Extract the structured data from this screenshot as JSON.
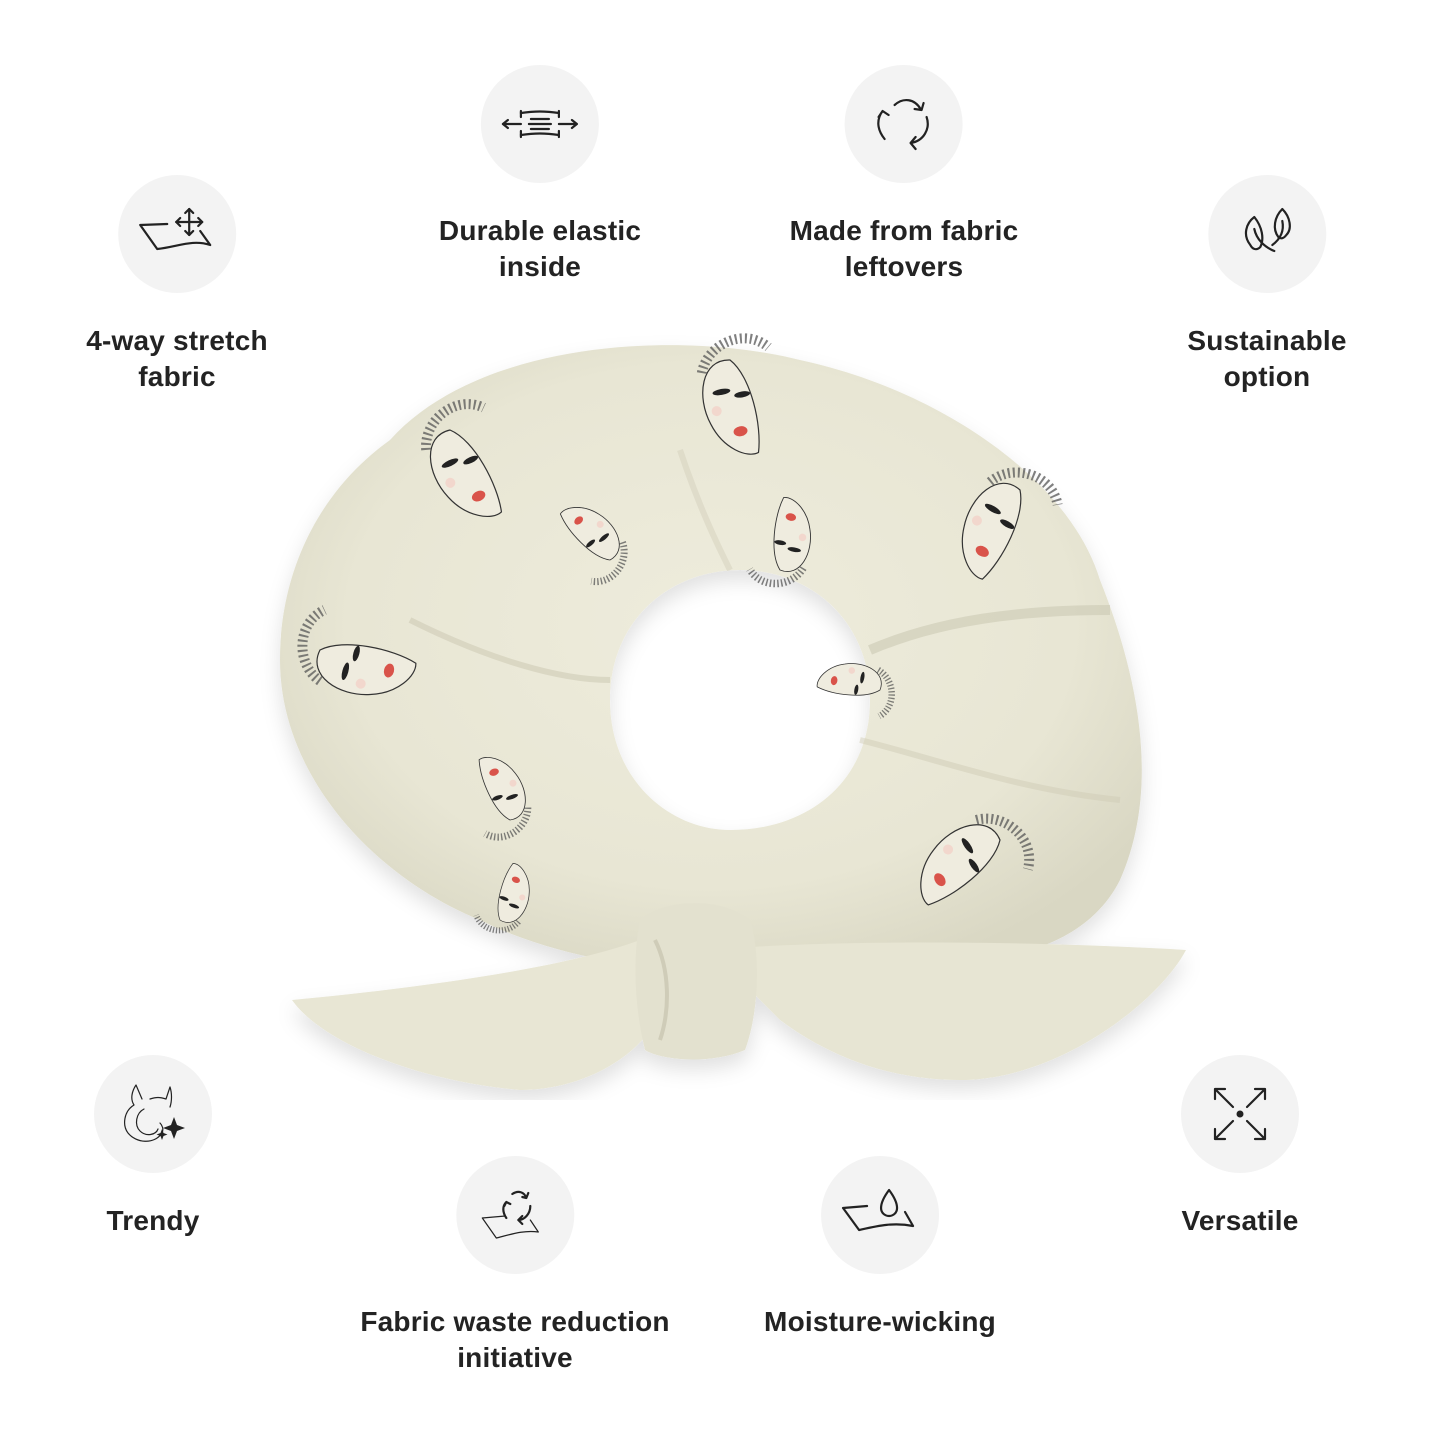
{
  "product": {
    "name": "Scrunchie",
    "fabric_color": "#e9e7d6",
    "pattern": "crowned queen faces with red lips"
  },
  "features": [
    {
      "id": "stretch",
      "icon": "four-way-stretch-icon",
      "line1": "4-way stretch",
      "line2": "fabric"
    },
    {
      "id": "elastic",
      "icon": "elastic-stretch-icon",
      "line1": "Durable elastic",
      "line2": "inside"
    },
    {
      "id": "leftovers",
      "icon": "recycle-icon",
      "line1": "Made from fabric",
      "line2": "leftovers"
    },
    {
      "id": "sustainable",
      "icon": "leaves-icon",
      "line1": "Sustainable",
      "line2": "option"
    },
    {
      "id": "trendy",
      "icon": "scrunchie-sparkle-icon",
      "line1": "Trendy",
      "line2": ""
    },
    {
      "id": "waste",
      "icon": "fabric-recycle-icon",
      "line1": "Fabric waste reduction",
      "line2": "initiative"
    },
    {
      "id": "moisture",
      "icon": "water-drop-fabric-icon",
      "line1": "Moisture-wicking",
      "line2": ""
    },
    {
      "id": "versatile",
      "icon": "expand-arrows-icon",
      "line1": "Versatile",
      "line2": ""
    }
  ],
  "colors": {
    "icon_bg": "#f3f3f3",
    "text": "#232323",
    "fabric": "#e9e7d6",
    "lips": "#d9534a",
    "crown_gem": "#f2eea0"
  }
}
